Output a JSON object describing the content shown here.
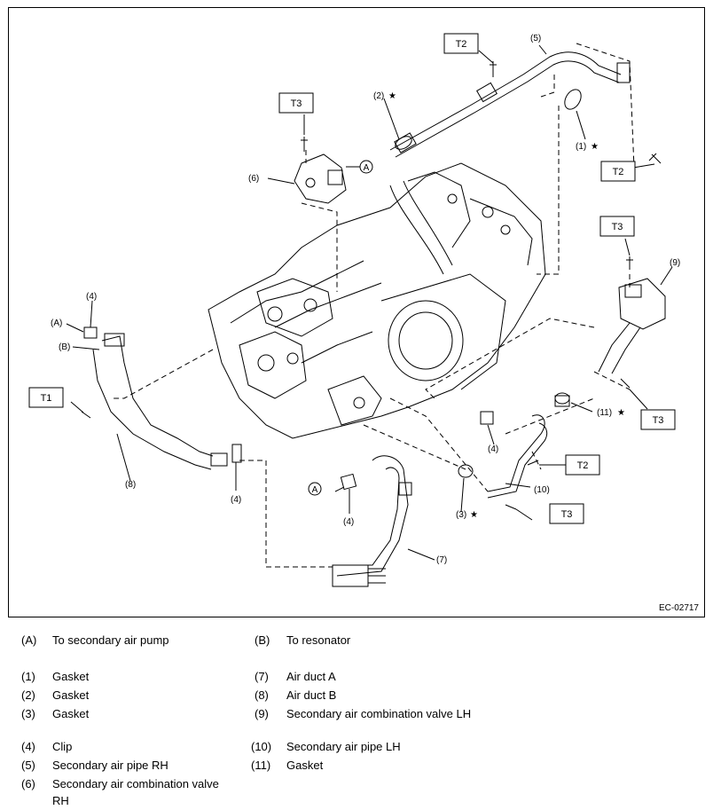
{
  "diagram": {
    "code": "EC-02717",
    "t_boxes": [
      "T2",
      "T3",
      "T2",
      "T3",
      "T1",
      "T3",
      "T2",
      "T3"
    ],
    "labels": {
      "n1": "(1)",
      "n2": "(2)",
      "n3": "(3)",
      "n4a": "(4)",
      "n4b": "(4)",
      "n4c": "(4)",
      "n4d": "(4)",
      "n5": "(5)",
      "n6": "(6)",
      "n7": "(7)",
      "n8": "(8)",
      "n9": "(9)",
      "n10": "(10)",
      "n11": "(11)",
      "A1": "A",
      "A2": "(A)",
      "A3": "A",
      "B1": "(B)"
    }
  },
  "legend": {
    "left": [
      {
        "key": "(A)",
        "text": "To secondary air pump"
      },
      {
        "key": "(1)",
        "text": "Gasket"
      },
      {
        "key": "(2)",
        "text": "Gasket"
      },
      {
        "key": "(3)",
        "text": "Gasket"
      },
      {
        "key": "(4)",
        "text": "Clip"
      },
      {
        "key": "(5)",
        "text": "Secondary air pipe RH"
      },
      {
        "key": "(6)",
        "text": "Secondary air combination valve RH"
      }
    ],
    "right": [
      {
        "key": "(B)",
        "text": "To resonator"
      },
      {
        "key": "(7)",
        "text": "Air duct A"
      },
      {
        "key": "(8)",
        "text": "Air duct B"
      },
      {
        "key": "(9)",
        "text": "Secondary air combination valve LH"
      },
      {
        "key": "(10)",
        "text": "Secondary air pipe LH"
      },
      {
        "key": "(11)",
        "text": "Gasket"
      }
    ]
  }
}
